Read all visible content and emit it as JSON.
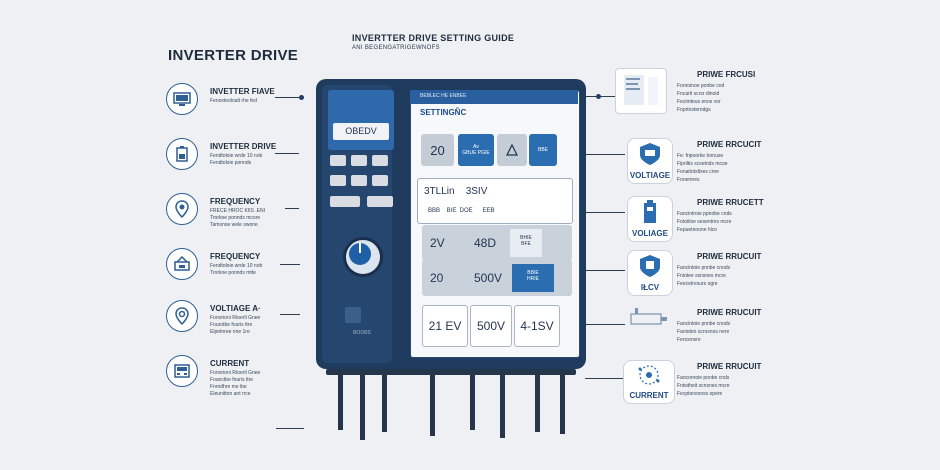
{
  "header": {
    "title": "INVERTER DRIVE",
    "center_title": "INVERTTER DRIVE SETTING GUIDE",
    "center_subtitle": "ANI BEGENGATRIGEWNOFS"
  },
  "left_callouts": [
    {
      "title": "INVETTER FIAVE",
      "desc": [
        "Fenoxteoloalt rhe fed"
      ],
      "icon": "monitor-icon"
    },
    {
      "title": "INVETTER DRIVE",
      "desc": [
        "Fendtoloie wrde 10 nob",
        "Fendtoloie ponnds"
      ],
      "icon": "battery-icon"
    },
    {
      "title": "FREQUENCY",
      "desc": [
        "FRECE HROC KIIS .ENI",
        "Trorkoe ponnds mcore",
        "Tamsnoe wele swone"
      ],
      "icon": "gauge-icon"
    },
    {
      "title": "FREQUENCY",
      "desc": [
        "Fendtoloie wrde 10 nob",
        "Trorkoe ponnds mtte"
      ],
      "icon": "frequency-icon"
    },
    {
      "title": "VOLTIAGE  A·",
      "desc": [
        "Fonorioni Rtoerli Gnee",
        "Fourotbe fouris ttre",
        "Elpetnree nne 1re"
      ],
      "icon": "voltage-icon"
    },
    {
      "title": "CURRENT",
      "desc": [
        "Fonorioni Rtoerli Gnee",
        "Foanctbe fouris ttre",
        "Fnrndhre me ibe",
        "Eleunitton ant rrce"
      ],
      "icon": "current-icon"
    }
  ],
  "right_callouts": [
    {
      "title": "PRIWE FRCUSI",
      "desc": [
        "Fonroinoe ponbe cod",
        "Fncarti scrsr dinoid",
        "Fecimteus enos vor",
        "Foprtnsterndgs"
      ],
      "card_label": ""
    },
    {
      "title": "PRIWE RRCUCIT",
      "desc": [
        "Fe: fnpoorke tornuse",
        "Fipriltis scsetnds mcoe",
        "Fonaitotsltxes cnre",
        "Fonemres"
      ],
      "card_label": "VOLTIAGE"
    },
    {
      "title": "PRIWE RRUCETT",
      "desc": [
        "Fancintroie ppnobe cnds",
        "Fotoiitse sesentres mcre",
        "Fepuetnoone hlco"
      ],
      "card_label": "VOLIAGE"
    },
    {
      "title": "PRIWE RRUCUIT",
      "desc": [
        "Fancintoie pnnbe cnods",
        "Fniotee ssnsnes mcre",
        "Feecetresurs ogre"
      ],
      "card_label": "IŁCV"
    },
    {
      "title": "PRIWE RRUCUIT",
      "desc": [
        "Fancintoie pnnbe cnods",
        "Fanioteo scrosnos nere",
        "Fencensre"
      ],
      "card_label": ""
    },
    {
      "title": "PRIWE RRUCUIT",
      "desc": [
        "Fanconroie ponbe cnds",
        "Fntwtheit scnsnes mcre",
        "Fecptonesnss opere"
      ],
      "card_label": "CURRENT"
    }
  ],
  "device": {
    "left_screen_value": "OBEDV",
    "lcd_label": "BOOBS",
    "right_top_text": "BEBLEC HE ENBEE",
    "setting_title": "SETTINGÑC",
    "tiles": [
      {
        "text": "20"
      },
      {
        "text": "Av\nGBUE PGIE"
      },
      {
        "text": ""
      },
      {
        "text": "BBE"
      }
    ],
    "panel": {
      "line1": "3TLLin    3SIV",
      "line2": "BBB    BIE  DOE      EEB"
    },
    "rows": [
      {
        "a": "2V",
        "b": "48D",
        "c": "BHIE\nBFE"
      },
      {
        "a": "20",
        "b": "500V",
        "c": "BBIE\nHRIE"
      },
      {
        "a": "21 EV",
        "b": "500V",
        "c": "4-1SV"
      }
    ]
  },
  "colors": {
    "navy": "#1f3b5e",
    "accent": "#2a6db0",
    "background": "#eef0f3"
  }
}
